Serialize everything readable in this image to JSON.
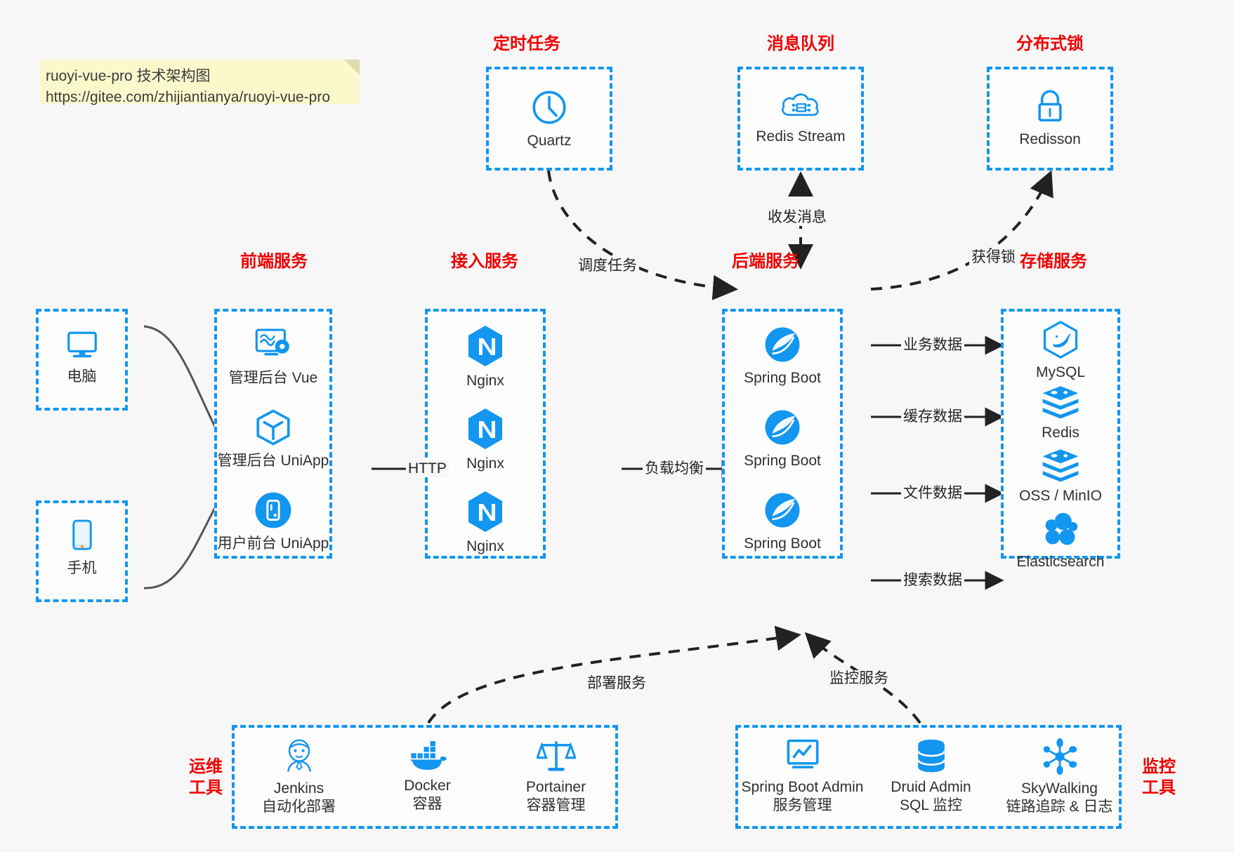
{
  "note": {
    "line1": "ruoyi-vue-pro 技术架构图",
    "line2": "https://gitee.com/zhijiantianya/ruoyi-vue-pro"
  },
  "colors": {
    "accent_blue": "#1296f0",
    "caption_red": "#f00000",
    "arrow_dark": "#222222",
    "arrow_grey": "#555555",
    "note_bg": "#fbf8cc",
    "canvas_bg": "#f7f7f7",
    "text": "#303030"
  },
  "groups": {
    "scheduler": {
      "caption": "定时任务",
      "nodes": [
        {
          "label": "Quartz",
          "icon": "clock-icon"
        }
      ]
    },
    "mq": {
      "caption": "消息队列",
      "nodes": [
        {
          "label": "Redis Stream",
          "icon": "cloud-stream-icon"
        }
      ]
    },
    "lock": {
      "caption": "分布式锁",
      "nodes": [
        {
          "label": "Redisson",
          "icon": "lock-icon"
        }
      ]
    },
    "clients": {
      "caption": "",
      "nodes": [
        {
          "label": "电脑",
          "icon": "desktop-icon"
        },
        {
          "label": "手机",
          "icon": "mobile-icon"
        }
      ]
    },
    "frontend": {
      "caption": "前端服务",
      "nodes": [
        {
          "label": "管理后台 Vue",
          "icon": "dashboard-gear-icon"
        },
        {
          "label": "管理后台 UniApp",
          "icon": "cube-icon"
        },
        {
          "label": "用户前台 UniApp",
          "icon": "mobile-round-icon"
        }
      ]
    },
    "gateway": {
      "caption": "接入服务",
      "nodes": [
        {
          "label": "Nginx",
          "icon": "nginx-icon"
        },
        {
          "label": "Nginx",
          "icon": "nginx-icon"
        },
        {
          "label": "Nginx",
          "icon": "nginx-icon"
        }
      ]
    },
    "backend": {
      "caption": "后端服务",
      "nodes": [
        {
          "label": "Spring Boot",
          "icon": "spring-leaf-icon"
        },
        {
          "label": "Spring Boot",
          "icon": "spring-leaf-icon"
        },
        {
          "label": "Spring Boot",
          "icon": "spring-leaf-icon"
        }
      ]
    },
    "storage": {
      "caption": "存储服务",
      "nodes": [
        {
          "label": "MySQL",
          "icon": "mysql-dolphin-icon"
        },
        {
          "label": "Redis",
          "icon": "redis-stack-icon"
        },
        {
          "label": "OSS / MinIO",
          "icon": "redis-stack-icon"
        },
        {
          "label": "Elasticsearch",
          "icon": "elasticsearch-icon"
        }
      ]
    },
    "devops": {
      "caption": "运维\n工具",
      "caption_l1": "运维",
      "caption_l2": "工具",
      "nodes": [
        {
          "label": "Jenkins",
          "sub": "自动化部署",
          "icon": "jenkins-butler-icon"
        },
        {
          "label": "Docker",
          "sub": "容器",
          "icon": "docker-whale-icon"
        },
        {
          "label": "Portainer",
          "sub": "容器管理",
          "icon": "scales-icon"
        }
      ]
    },
    "monitor": {
      "caption": "监控\n工具",
      "caption_l1": "监控",
      "caption_l2": "工具",
      "nodes": [
        {
          "label": "Spring Boot Admin",
          "sub": "服务管理",
          "icon": "monitor-chart-icon"
        },
        {
          "label": "Druid Admin",
          "sub": "SQL 监控",
          "icon": "database-icon"
        },
        {
          "label": "SkyWalking",
          "sub": "链路追踪 & 日志",
          "icon": "skywalking-icon"
        }
      ]
    }
  },
  "edges": [
    {
      "id": "e-http",
      "label": "HTTP",
      "from": "frontend",
      "to": "gateway",
      "style": "solid"
    },
    {
      "id": "e-lb",
      "label": "负载均衡",
      "from": "gateway",
      "to": "backend",
      "style": "solid"
    },
    {
      "id": "e-biz",
      "label": "业务数据",
      "from": "backend",
      "to": "storage",
      "style": "solid"
    },
    {
      "id": "e-cache",
      "label": "缓存数据",
      "from": "backend",
      "to": "storage",
      "style": "solid"
    },
    {
      "id": "e-file",
      "label": "文件数据",
      "from": "backend",
      "to": "storage",
      "style": "solid"
    },
    {
      "id": "e-search",
      "label": "搜索数据",
      "from": "backend",
      "to": "storage",
      "style": "solid"
    },
    {
      "id": "e-schedule",
      "label": "调度任务",
      "from": "scheduler",
      "to": "backend",
      "style": "dashed"
    },
    {
      "id": "e-message",
      "label": "收发消息",
      "from": "mq",
      "to": "backend",
      "style": "dashed-bi"
    },
    {
      "id": "e-acquire",
      "label": "获得锁",
      "from": "backend",
      "to": "lock",
      "style": "dashed"
    },
    {
      "id": "e-deploy",
      "label": "部署服务",
      "from": "devops",
      "to": "backend",
      "style": "dashed"
    },
    {
      "id": "e-monitor",
      "label": "监控服务",
      "from": "monitor",
      "to": "backend",
      "style": "dashed"
    }
  ]
}
